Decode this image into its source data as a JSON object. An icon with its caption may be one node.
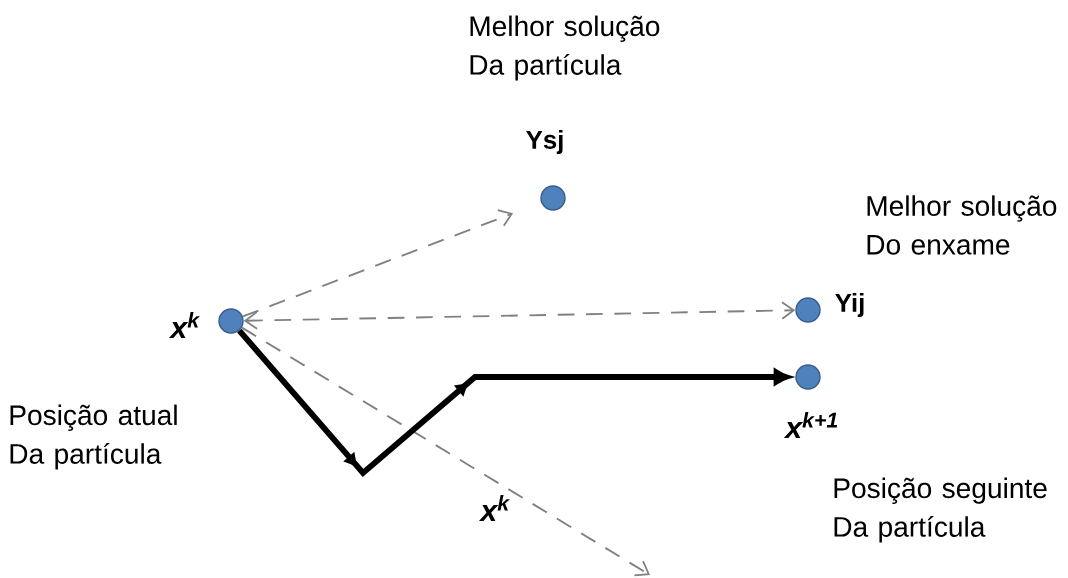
{
  "diagram": {
    "nodes": [
      {
        "text": [],
        "shape": "circle",
        "beside": [
          "x$^{k}$",
          "Posição atual Da partícula"
        ]
      },
      {
        "text": [],
        "shape": "circle",
        "beside": [
          "Ysj",
          "Melhor solução Da partícula"
        ]
      },
      {
        "text": [],
        "shape": "circle",
        "beside": [
          "Yij",
          "Melhor solução Do enxame"
        ]
      },
      {
        "text": [],
        "shape": "circle",
        "beside": [
          "x$^{k+1}$",
          "Posição seguinte Da partícula"
        ]
      }
    ],
    "edges": [
      {
        "from": 0,
        "to": 1,
        "arrow": "to",
        "style": "dashed"
      },
      {
        "from": 0,
        "to": 2,
        "arrow": "both",
        "style": "dashed"
      },
      {
        "from": 0,
        "to": null,
        "arrow": "to",
        "style": "dashed"
      },
      {
        "from": 0,
        "to": 3,
        "arrow": "to",
        "style": "thick",
        "color": "#000000"
      }
    ],
    "labels": [
      "x$^{k}$"
    ]
  }
}
